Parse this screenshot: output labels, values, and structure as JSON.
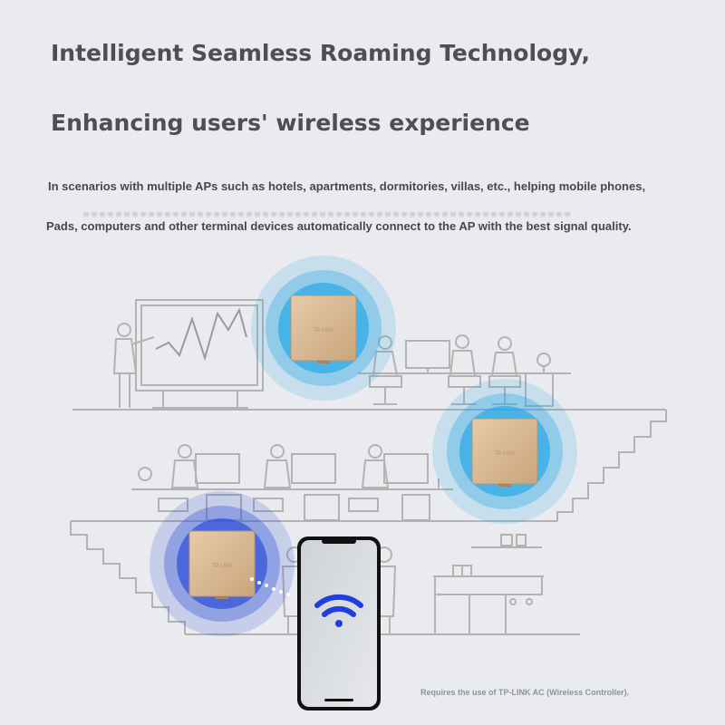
{
  "heading": {
    "line1": "Intelligent Seamless Roaming Technology,",
    "line2": "Enhancing users' wireless experience"
  },
  "description": {
    "line1": "In scenarios with multiple APs such as hotels, apartments, dormitories, villas, etc., helping mobile phones,",
    "line2": "Pads, computers and other terminal devices automatically connect to the AP with the best signal quality."
  },
  "access_points": [
    {
      "brand": "TP-LINK"
    },
    {
      "brand": "TP-LINK"
    },
    {
      "brand": "TP-LINK"
    }
  ],
  "footnote": "Requires the use of TP-LINK AC (Wireless Controller).",
  "colors": {
    "signal_light_blue": "#2aa8e6",
    "signal_dark_blue": "#2f4fd8",
    "ap_panel": "#d9b893",
    "line_art": "#b3b3b3",
    "wifi_icon": "#1f3fe0"
  },
  "icons": [
    "wifi-icon"
  ]
}
